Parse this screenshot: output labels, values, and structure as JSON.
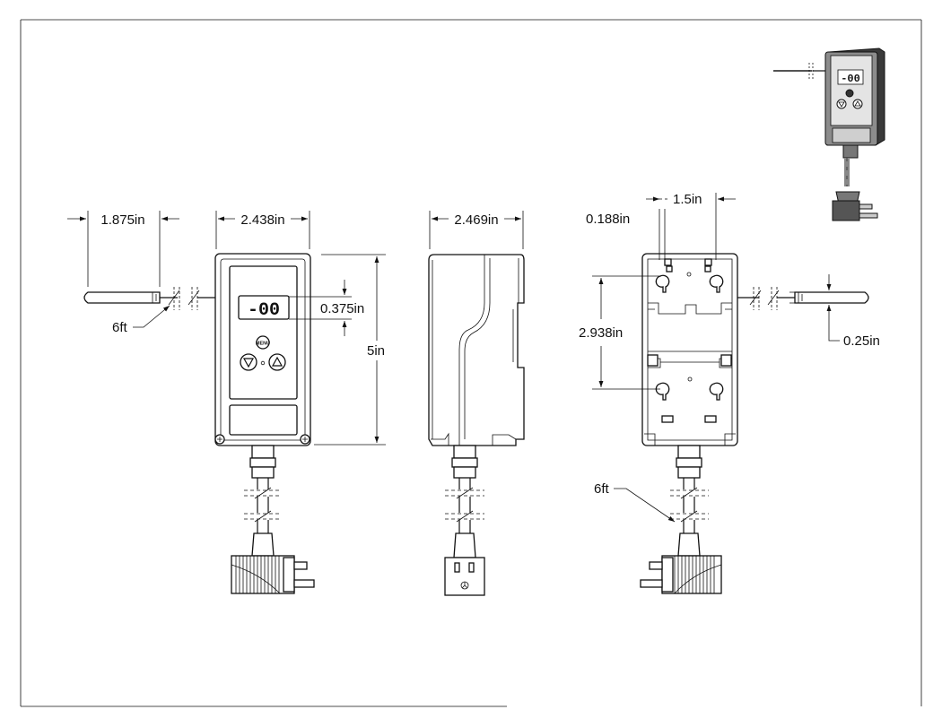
{
  "dimensions": {
    "probe_length": "1.875in",
    "front_width": "2.438in",
    "side_depth": "2.469in",
    "display_height": "0.375in",
    "height": "5in",
    "mount_hole_offset": "0.188in",
    "mount_hole_spacing": "1.5in",
    "mount_vertical_spacing": "2.938in",
    "probe_diameter": "0.25in",
    "front_cord_length": "6ft",
    "back_cord_length": "6ft"
  },
  "display": {
    "readout": "-00"
  },
  "buttons": {
    "menu": "MENU"
  }
}
